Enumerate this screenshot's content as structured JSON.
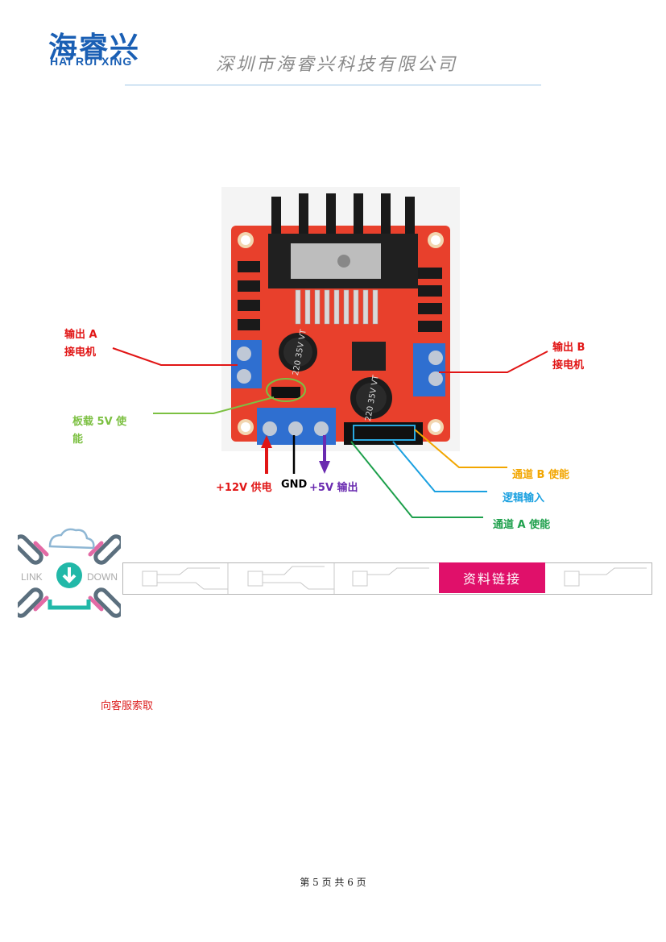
{
  "header": {
    "logo_cn": "海睿兴",
    "logo_en": "HAI RUI XING",
    "company": "深圳市海睿兴科技有限公司"
  },
  "labels": {
    "output_a_line1": "输出 A",
    "output_a_line2": "接电机",
    "output_b_line1": "输出 B",
    "output_b_line2": "接电机",
    "onboard_5v_line1": "板载 5V 使",
    "onboard_5v_line2": "能",
    "power_12v": "+12V 供电",
    "gnd": "GND",
    "out_5v": "+5V 输出",
    "channel_b_enable": "通道 B 使能",
    "logic_input": "逻辑输入",
    "channel_a_enable": "通道 A 使能"
  },
  "board": {
    "cap1_text": "220 35V VT",
    "cap2_text": "220 35V VT"
  },
  "download": {
    "link_text": "LINK",
    "down_text": "DOWN",
    "button": "资料链接",
    "note": "向客服索取"
  },
  "footer": {
    "page": "第 5 页 共 6 页"
  },
  "colors": {
    "brand_blue": "#1a5fb4",
    "pcb_red": "#e8402c",
    "terminal_blue": "#2f6fd0",
    "pink_button": "#e0106a"
  }
}
